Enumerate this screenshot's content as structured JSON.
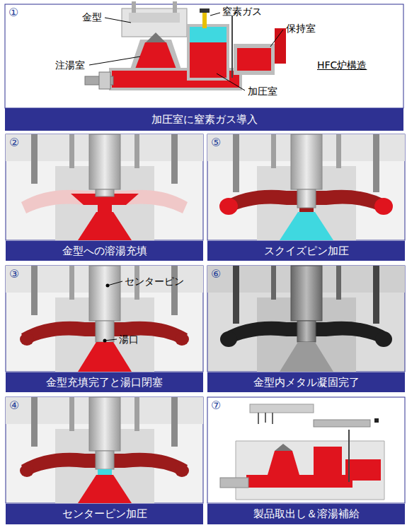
{
  "diagram": {
    "nodes": [
      {
        "text": [
          "加圧室に窒素ガス導入"
        ]
      },
      {
        "text": [
          "金型への溶湯充填"
        ]
      },
      {
        "text": [
          "スクイズピン加圧"
        ]
      },
      {
        "text": [
          "金型充填完了と湯口閉塞"
        ]
      },
      {
        "text": [
          "金型内メタル凝固完了"
        ]
      },
      {
        "text": [
          "センターピン加圧"
        ]
      },
      {
        "text": [
          "製品取出し＆溶湯補給"
        ]
      }
    ],
    "labels": [
      "①",
      "金型",
      "窒素ガス",
      "保持室",
      "注湯室",
      "HFC炉構造",
      "加圧室",
      "②",
      "⑤",
      "③",
      "センターピン",
      "⑥",
      "湯口",
      "④",
      "⑦"
    ]
  }
}
